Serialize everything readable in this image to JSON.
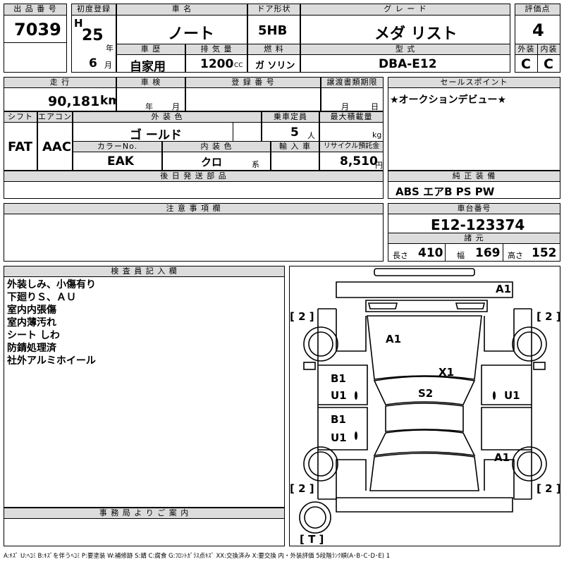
{
  "headers": {
    "lot": "出 品 番 号",
    "first_reg": "初度登録",
    "car_name": "車 名",
    "door": "ドア形状",
    "grade": "グ レ ー ド",
    "score": "評価点",
    "history": "車 歴",
    "displacement": "排 気 量",
    "fuel": "燃 料",
    "model": "型 式",
    "exterior": "外装",
    "interior": "内装",
    "mileage": "走 行",
    "inspection": "車 検",
    "reg_no": "登 録 番 号",
    "transfer_deadline": "譲渡書類期限",
    "shift": "シフト",
    "aircon": "エアコン",
    "ext_color": "外 装 色",
    "capacity": "乗車定員",
    "max_load": "最大積載量",
    "color_no": "カラーNo.",
    "int_color": "内 装 色",
    "import": "輸 入 車",
    "recycle": "リサイクル預託金",
    "later_parts": "後 日 発 送 部 品",
    "sales_point": "セールスポイント",
    "equipment": "純 正 装 備",
    "caution": "注 意 事 項 欄",
    "chassis": "車台番号",
    "specs": "諸 元",
    "inspector": "検 査 員 記 入 欄",
    "office": "事 務 局 よ り ご 案 内"
  },
  "lot_no": "7039",
  "era_prefix": "H",
  "reg_year": "25",
  "year_unit": "年",
  "reg_month": "6",
  "month_unit": "月",
  "car_name": "ノート",
  "door_type": "5HB",
  "grade": "メダ リスト",
  "score": "4",
  "history": "自家用",
  "displacement": "1200",
  "cc_unit": "CC",
  "fuel": "ガ ソリン",
  "model_code": "DBA-E12",
  "ext_grade": "C",
  "int_grade": "C",
  "mileage": "90,181",
  "km_unit": "km",
  "insp_year_unit": "年",
  "insp_month_unit": "月",
  "deadline_month_unit": "月",
  "deadline_day_unit": "日",
  "shift": "FAT",
  "aircon": "AAC",
  "ext_color": "ゴ ールド",
  "capacity": "5",
  "person_unit": "人",
  "kg_unit": "kg",
  "color_code": "EAK",
  "int_color": "クロ",
  "int_color_suffix": "系",
  "recycle_fee": "8,510",
  "yen_unit": "円",
  "sales_point": "★オークションデビュー★",
  "equipment": "ABS エアB PS PW",
  "chassis_no": "E12-123374",
  "length_label": "長さ",
  "length": "410",
  "width_label": "幅",
  "width": "169",
  "height_label": "高さ",
  "height": "152",
  "inspector_notes": [
    "外装しみ、小傷有り",
    "下廻りＳ、ＡＵ",
    "室内内張傷",
    "室内薄汚れ",
    "シート しわ",
    "防錆処理済",
    "社外アルミホイール"
  ],
  "diagram_marks": {
    "front_bumper": "A1",
    "hood": "A1",
    "roof": "S2",
    "windshield_x": "X1",
    "left_front_door_b": "B1",
    "left_front_door_u": "U1",
    "left_rear_door_b": "B1",
    "left_rear_door_u": "U1",
    "right_door_u": "U1",
    "right_rear_fender": "A1",
    "tire_fl": "[ 2 ]",
    "tire_fr": "[ 2 ]",
    "tire_rl": "[ 2 ]",
    "tire_rr": "[ 2 ]",
    "spare": "[ T ]"
  },
  "legend": "A:ｷｽﾞ U:ﾍｺﾐ B:ｷｽﾞを伴うﾍｺﾐ P:要塗装 W:補修跡 S:錆 C:腐食 G:ﾌﾛﾝﾄｶﾞﾗｽ点ｷｽﾞ XX:交換済み X:要交換 内・外装評価 5段階ﾗﾝｸ順(A･B･C･D･E) 1"
}
